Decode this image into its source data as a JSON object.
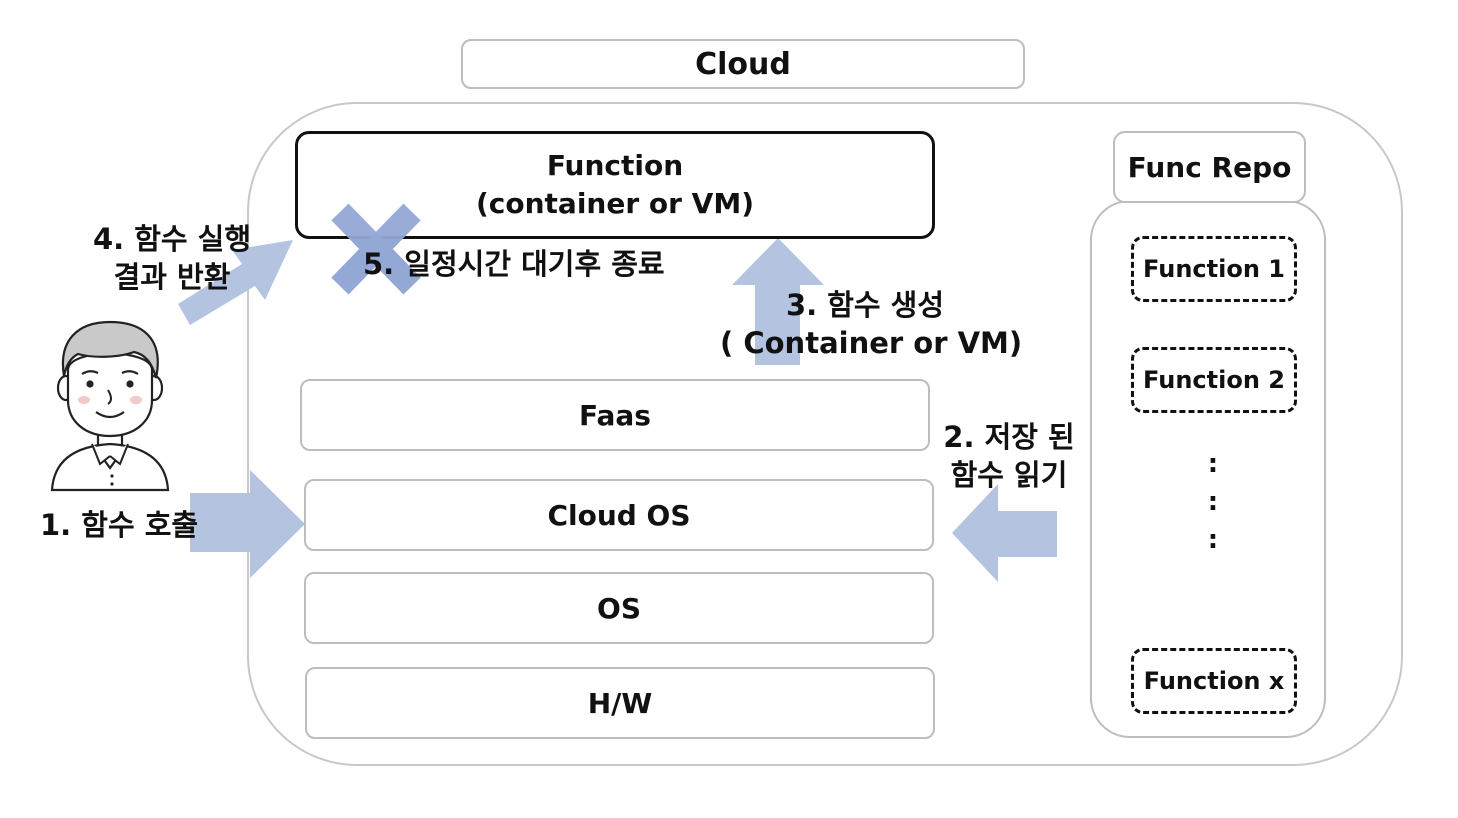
{
  "cloud": {
    "title": "Cloud"
  },
  "function_box": {
    "line1": "Function",
    "line2": "(container or VM)"
  },
  "layers": {
    "faas": "Faas",
    "cloud_os": "Cloud OS",
    "os": "OS",
    "hw": "H/W"
  },
  "repo": {
    "title": "Func Repo",
    "items": [
      "Function 1",
      "Function 2",
      "Function x"
    ],
    "ellipsis": [
      ":",
      ":",
      ":"
    ]
  },
  "steps": {
    "step1": "1. 함수 호출",
    "step2_line1": "2. 저장 된",
    "step2_line2": "함수 읽기",
    "step3_line1": "3. 함수 생성",
    "step3_line2": "( Container or VM)",
    "step4_line1": "4. 함수 실행",
    "step4_line2": "결과 반환",
    "step5": "5. 일정시간 대기후 종료"
  },
  "colors": {
    "arrow": "#b4c3e0",
    "cross": "#94a8d6",
    "border": "#bdbdbd"
  },
  "icons": {
    "user": "user-avatar-icon",
    "cross": "cross-mark-icon"
  }
}
